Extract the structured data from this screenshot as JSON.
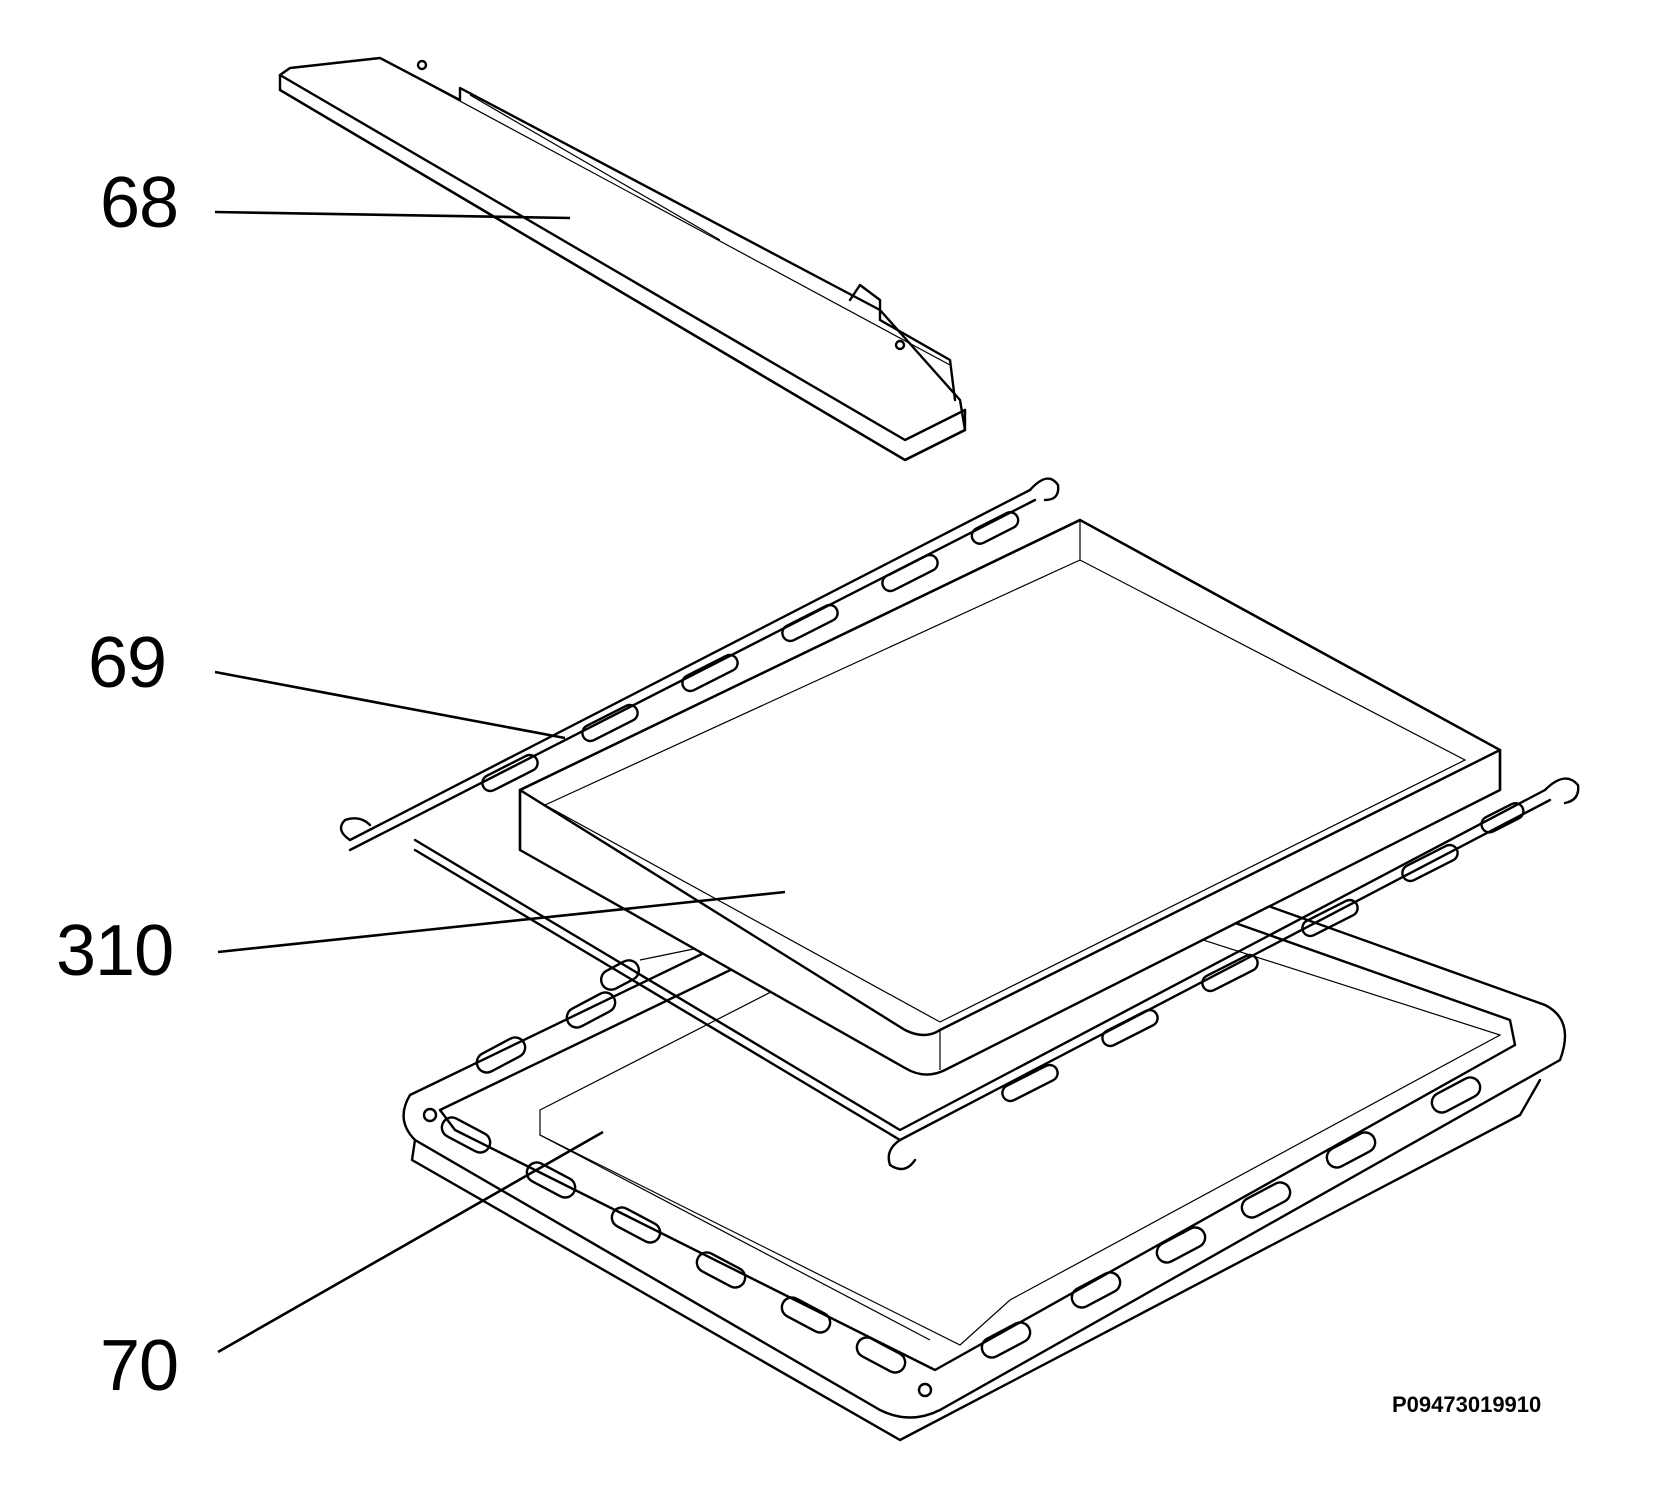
{
  "callouts": [
    {
      "id": "68",
      "label": "68"
    },
    {
      "id": "69",
      "label": "69"
    },
    {
      "id": "310",
      "label": "310"
    },
    {
      "id": "70",
      "label": "70"
    }
  ],
  "drawing_code": "P09473019910"
}
